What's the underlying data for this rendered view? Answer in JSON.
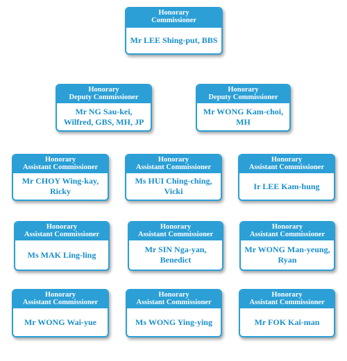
{
  "colors": {
    "accent": "#2b9fd6",
    "name_text": "#1a8fc9",
    "header_text": "#ffffff"
  },
  "commissioner": {
    "title_line1": "Honorary",
    "title_line2": "Commissioner",
    "name_line1": "Mr LEE Shing-put, BBS"
  },
  "deputies": [
    {
      "title_line1": "Honorary",
      "title_line2": "Deputy Commissioner",
      "name_line1": "Mr NG Sau-kei,",
      "name_line2": "Wilfred, GBS, MH, JP"
    },
    {
      "title_line1": "Honorary",
      "title_line2": "Deputy Commissioner",
      "name_line1": "Mr WONG Kam-choi,",
      "name_line2": "MH"
    }
  ],
  "assistants": [
    {
      "title_line1": "Honorary",
      "title_line2": "Assistant Commissioner",
      "name_line1": "Mr CHOY Wing-kay,",
      "name_line2": "Ricky"
    },
    {
      "title_line1": "Honorary",
      "title_line2": "Assistant Commissioner",
      "name_line1": "Ms HUI Ching-ching,",
      "name_line2": "Vicki"
    },
    {
      "title_line1": "Honorary",
      "title_line2": "Assistant Commissioner",
      "name_line1": "Ir LEE Kam-hung"
    },
    {
      "title_line1": "Honorary",
      "title_line2": "Assistant Commissioner",
      "name_line1": "Ms MAK Ling-ling"
    },
    {
      "title_line1": "Honorary",
      "title_line2": "Assistant Commissioner",
      "name_line1": "Mr SIN Nga-yan,",
      "name_line2": "Benedict"
    },
    {
      "title_line1": "Honorary",
      "title_line2": "Assistant Commissioner",
      "name_line1": "Mr WONG Man-yeung,",
      "name_line2": "Ryan"
    },
    {
      "title_line1": "Honorary",
      "title_line2": "Assistant Commissioner",
      "name_line1": "Mr WONG Wai-yue"
    },
    {
      "title_line1": "Honorary",
      "title_line2": "Assistant Commissioner",
      "name_line1": "Ms WONG Ying-ying"
    },
    {
      "title_line1": "Honorary",
      "title_line2": "Assistant Commissioner",
      "name_line1": "Mr FOK Kai-man"
    }
  ]
}
